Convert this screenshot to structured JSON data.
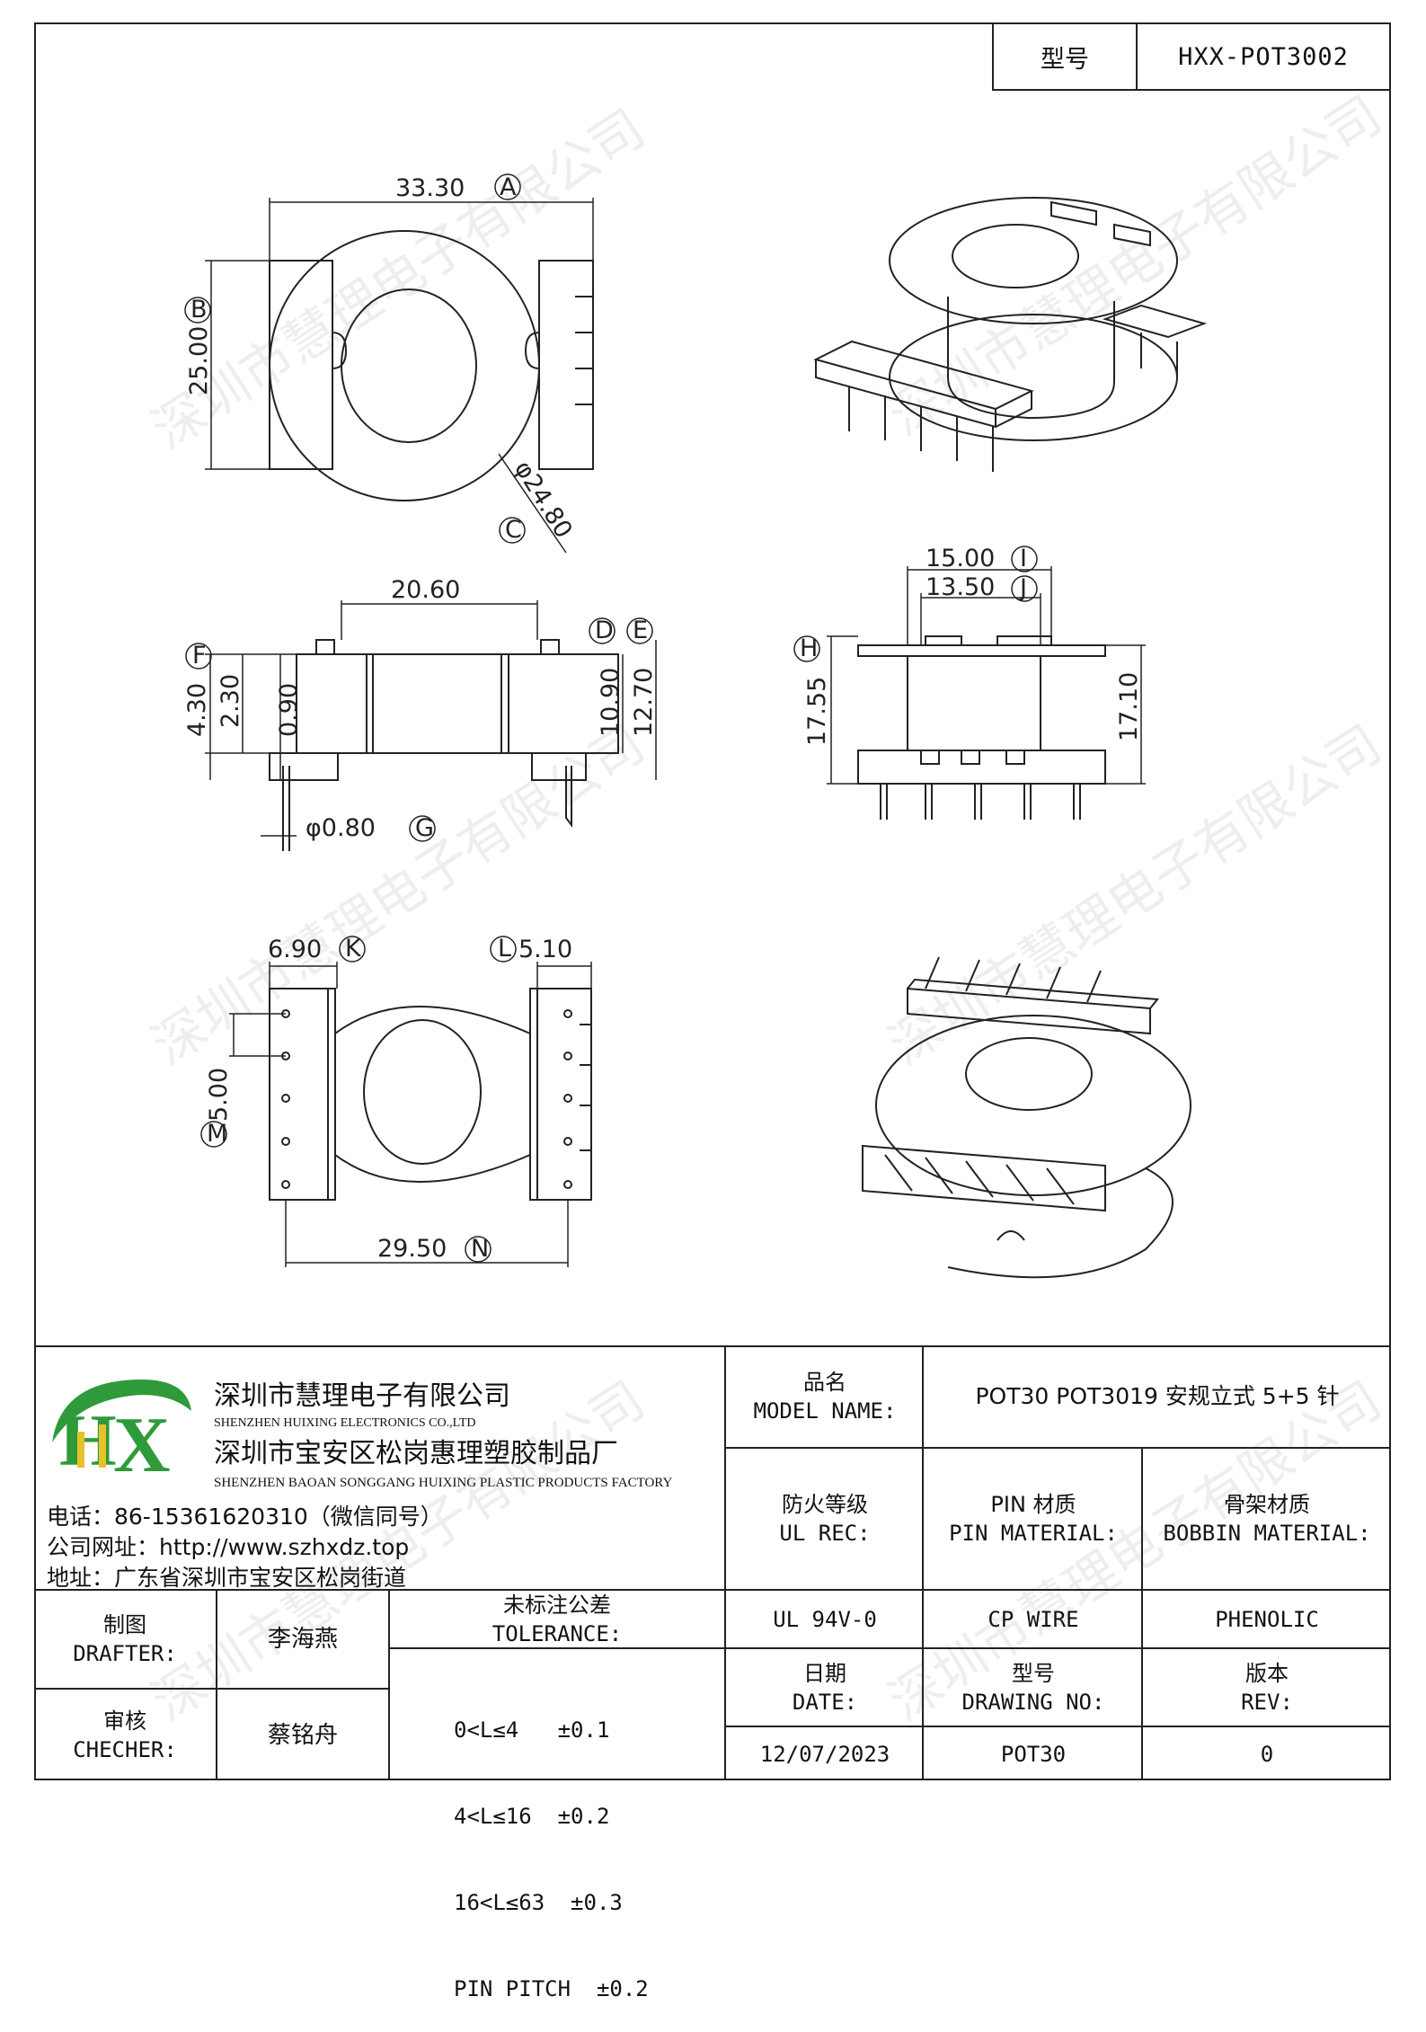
{
  "header": {
    "model_key": "型号",
    "model_value": "HXX-POT3002"
  },
  "drawing": {
    "dims": {
      "a": "33.30",
      "b": "25.00",
      "c": "φ24.80",
      "width_front": "20.60",
      "f": "4.30",
      "f2": "2.30",
      "h_inner": "0.90",
      "d_val": "10.90",
      "e_val": "12.70",
      "pin_dia": "φ0.80",
      "i": "15.00",
      "j": "13.50",
      "h_left": "17.55",
      "h_right": "17.10",
      "k": "6.90",
      "l": "5.10",
      "m": "5.00",
      "n": "29.50"
    },
    "letters": [
      "A",
      "B",
      "C",
      "D",
      "E",
      "F",
      "G",
      "H",
      "I",
      "J",
      "K",
      "L",
      "M",
      "N"
    ]
  },
  "watermark": "深圳市慧理电子有限公司",
  "company": {
    "logo_text": "HX",
    "name_cn": "深圳市慧理电子有限公司",
    "name_en": "SHENZHEN HUIXING ELECTRONICS CO.,LTD",
    "factory_cn": "深圳市宝安区松岗惠理塑胶制品厂",
    "factory_en": "SHENZHEN BAOAN SONGGANG HUIXING PLASTIC PRODUCTS FACTORY",
    "phone": "电话：86-15361620310（微信同号）",
    "website": "公司网址：http://www.szhxdz.top",
    "address": "地址：广东省深圳市宝安区松岗街道"
  },
  "title_block": {
    "model_name_cn": "品名",
    "model_name_en": "MODEL NAME:",
    "model_name_value": "POT30 POT3019 安规立式 5+5 针",
    "fire_cn": "防火等级",
    "fire_en": "UL REC:",
    "pin_cn": "PIN 材质",
    "pin_en": "PIN MATERIAL:",
    "bobbin_cn": "骨架材质",
    "bobbin_en": "BOBBIN MATERIAL:",
    "fire_value": "UL 94V-0",
    "pin_value": "CP WIRE",
    "bobbin_value": "PHENOLIC",
    "drafter_cn": "制图",
    "drafter_en": "DRAFTER:",
    "drafter_name": "李海燕",
    "checker_cn": "审核",
    "checker_en": "CHECHER:",
    "checker_name": "蔡铭舟",
    "tolerance_cn": "未标注公差",
    "tolerance_en": "TOLERANCE:",
    "tolerances": [
      "0<L≤4   ±0.1",
      "4<L≤16  ±0.2",
      "16<L≤63  ±0.3",
      "PIN PITCH  ±0.2"
    ],
    "date_cn": "日期",
    "date_en": "DATE:",
    "drawing_no_cn": "型号",
    "drawing_no_en": "DRAWING NO:",
    "rev_cn": "版本",
    "rev_en": "REV:",
    "date_value": "12/07/2023",
    "drawing_no_value": "POT30",
    "rev_value": "0"
  }
}
